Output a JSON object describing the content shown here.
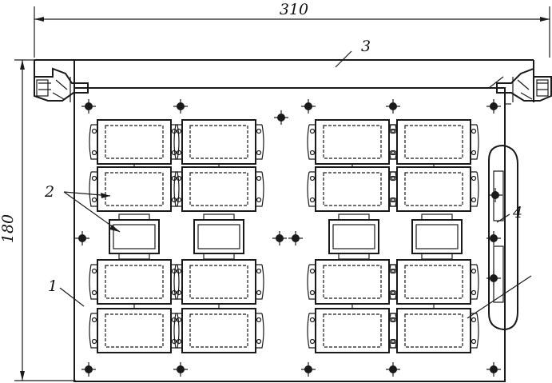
{
  "dimensions": {
    "width_label": "310",
    "height_label": "180"
  },
  "callouts": [
    {
      "id": "1",
      "text": "1"
    },
    {
      "id": "2",
      "text": "2"
    },
    {
      "id": "3",
      "text": "3"
    },
    {
      "id": "4",
      "text": "4"
    }
  ],
  "layout_counts": {
    "cell_rows": 4,
    "cell_columns": 4,
    "small_modules": 4
  },
  "colors": {
    "ink": "#1a1a1a",
    "background": "#ffffff"
  }
}
